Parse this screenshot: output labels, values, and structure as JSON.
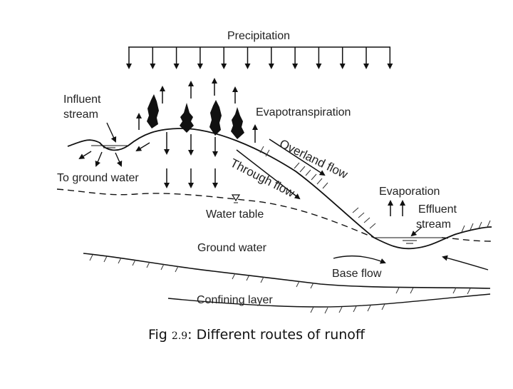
{
  "labels": {
    "precipitation": "Precipitation",
    "influent_line1": "Influent",
    "influent_line2": "stream",
    "evapotranspiration": "Evapotranspiration",
    "overland_flow": "Overland flow",
    "through_flow": "Through flow",
    "to_ground_water": "To ground water",
    "water_table": "Water table",
    "evaporation": "Evaporation",
    "effluent_line1": "Effluent",
    "effluent_line2": "stream",
    "ground_water": "Ground water",
    "base_flow": "Base flow",
    "confining_layer": "Confining layer"
  },
  "caption": {
    "prefix": "Fig ",
    "number": "2.9",
    "text": ": Different routes of runoff"
  }
}
